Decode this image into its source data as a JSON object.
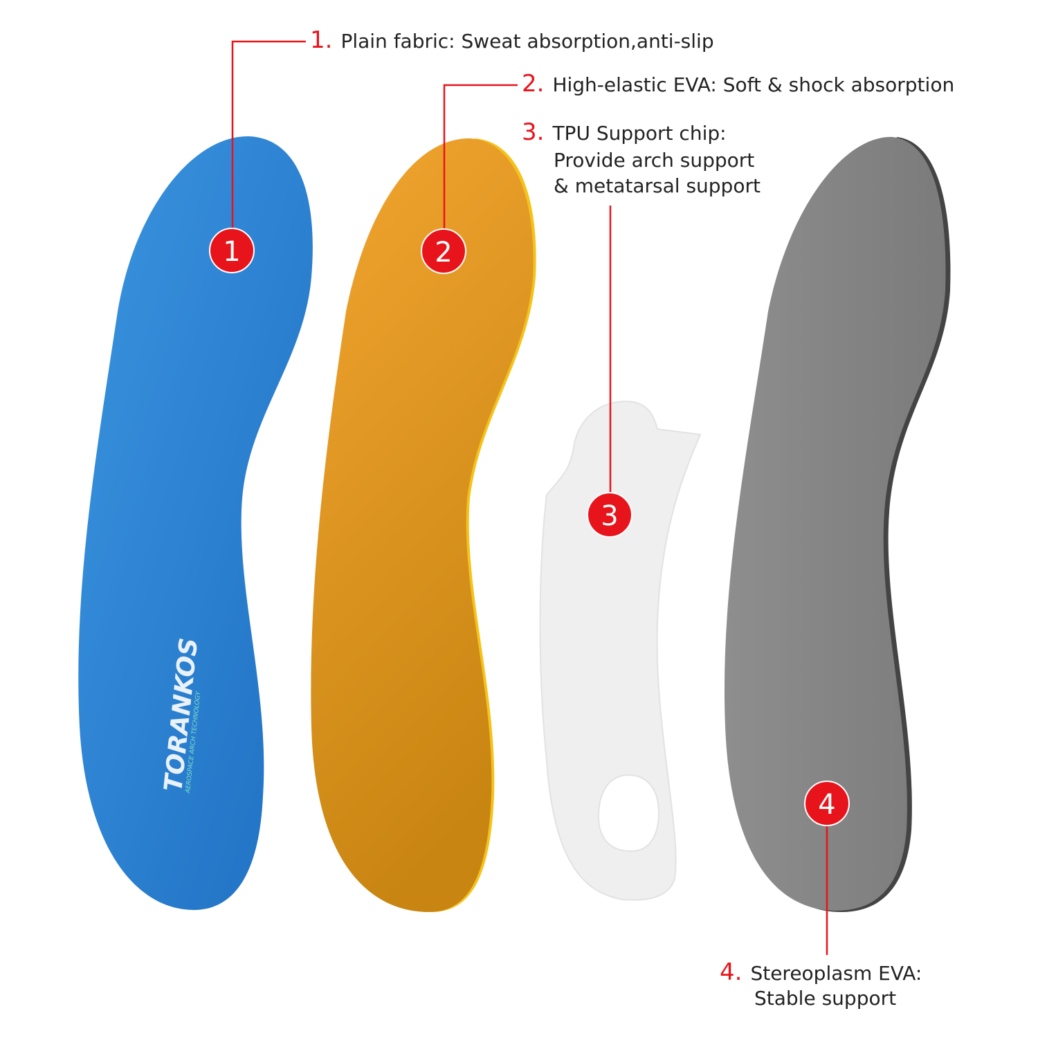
{
  "labels": [
    {
      "number": "1.",
      "text": "Plain fabric: Sweat absorption,anti-slip"
    },
    {
      "number": "2.",
      "text": "High-elastic EVA: Soft & shock absorption"
    },
    {
      "number": "3.",
      "text": "TPU Support chip:",
      "lines": [
        "Provide arch support",
        "& metatarsal support"
      ]
    },
    {
      "number": "4.",
      "text": "Stereoplasm EVA:",
      "lines": [
        "Stable support"
      ]
    }
  ],
  "markers": [
    "1",
    "2",
    "3",
    "4"
  ],
  "logo": {
    "brand": "TORANKOS",
    "tagline": "AEROSPACE ARCH TECHNOLOGY"
  },
  "colors": {
    "accent": "#e8141b",
    "fabric": "#2a80d2",
    "eva": "#eea22a",
    "tpu": "#efefef",
    "base": "#8a8a8a"
  }
}
